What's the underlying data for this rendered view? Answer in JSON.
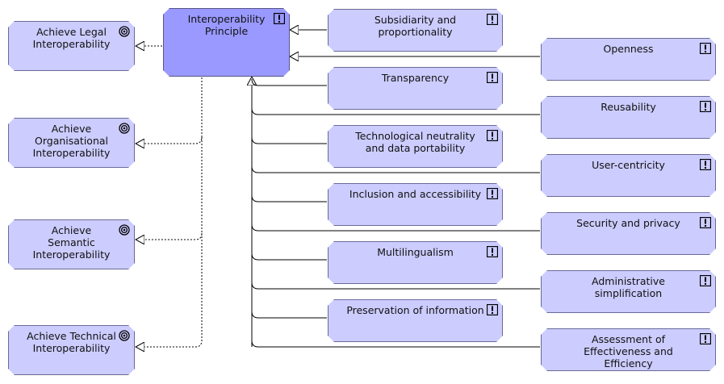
{
  "principle": {
    "label": "Interoperability Principle",
    "icon": "principle-icon"
  },
  "goals": [
    {
      "label": "Achieve Legal Interoperability",
      "icon": "goal-target-icon"
    },
    {
      "label": "Achieve Organisational Interoperability",
      "icon": "goal-target-icon"
    },
    {
      "label": "Achieve Semantic Interoperability",
      "icon": "goal-target-icon"
    },
    {
      "label": "Achieve Technical Interoperability",
      "icon": "goal-target-icon"
    }
  ],
  "left_principles": [
    {
      "label": "Subsidiarity and proportionality",
      "icon": "principle-icon"
    },
    {
      "label": "Transparency",
      "icon": "principle-icon"
    },
    {
      "label": "Technological neutrality and data portability",
      "icon": "principle-icon"
    },
    {
      "label": "Inclusion and accessibility",
      "icon": "principle-icon"
    },
    {
      "label": "Multilingualism",
      "icon": "principle-icon"
    },
    {
      "label": "Preservation of information",
      "icon": "principle-icon"
    }
  ],
  "right_principles": [
    {
      "label": "Openness",
      "icon": "principle-icon"
    },
    {
      "label": "Reusability",
      "icon": "principle-icon"
    },
    {
      "label": "User-centricity",
      "icon": "principle-icon"
    },
    {
      "label": "Security and privacy",
      "icon": "principle-icon"
    },
    {
      "label": "Administrative simplification",
      "icon": "principle-icon"
    },
    {
      "label": "Assessment of Effectiveness and Efficiency",
      "icon": "principle-icon"
    }
  ],
  "colors": {
    "node_fill": "#ccccff",
    "principal_fill": "#9999ff",
    "connector": "#000000"
  }
}
